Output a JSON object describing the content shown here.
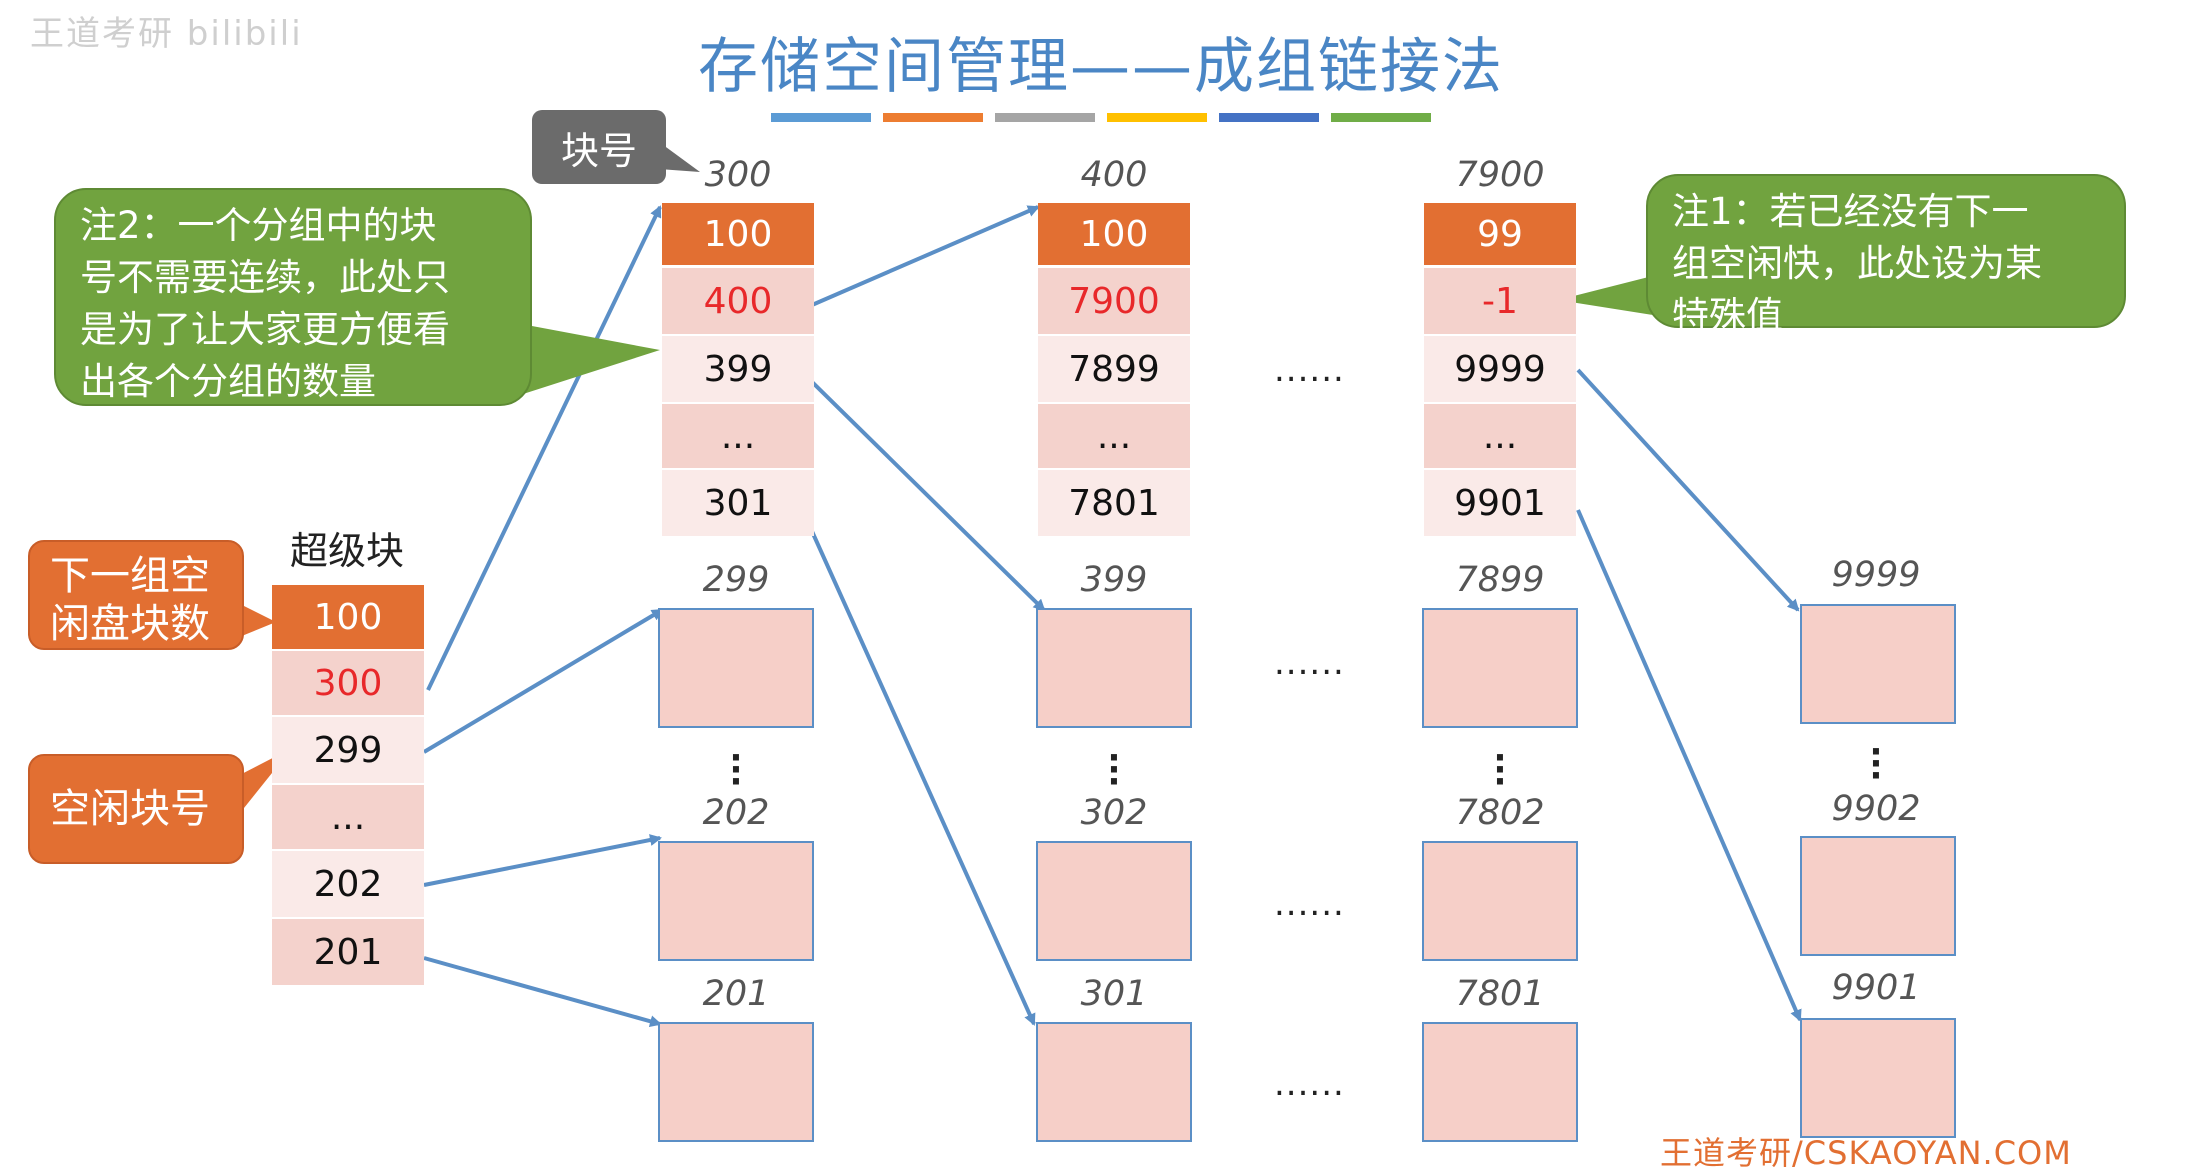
{
  "title": "存储空间管理——成组链接法",
  "underline_colors": [
    "#5b9bd5",
    "#ed7d31",
    "#a5a5a5",
    "#ffc000",
    "#4472c4",
    "#70ad47"
  ],
  "watermark_top_left": "王道考研 bilibili",
  "watermark_bottom_right": "王道考研/CSKAOYAN.COM",
  "callouts": {
    "block_no": "块号",
    "note2": [
      "注2：一个分组中的块",
      "号不需要连续，此处只",
      "是为了让大家更方便看",
      "出各个分组的数量"
    ],
    "note1": [
      "注1：若已经没有下一",
      "组空闲快，此处设为某",
      "特殊值"
    ],
    "next_group_count": [
      "下一组空",
      "闲盘块数"
    ],
    "free_block_no": "空闲块号"
  },
  "superblock": {
    "title": "超级块",
    "cells": [
      "100",
      "300",
      "299",
      "...",
      "202",
      "201"
    ]
  },
  "group_blocks": [
    {
      "label": "300",
      "cells": [
        "100",
        "400",
        "399",
        "...",
        "301"
      ]
    },
    {
      "label": "400",
      "cells": [
        "100",
        "7900",
        "7899",
        "...",
        "7801"
      ]
    },
    {
      "label": "7900",
      "cells": [
        "99",
        "-1",
        "9999",
        "...",
        "9901"
      ]
    }
  ],
  "ellipsis": "......",
  "free_columns": [
    {
      "labels": [
        "299",
        "202",
        "201"
      ]
    },
    {
      "labels": [
        "399",
        "302",
        "301"
      ]
    },
    {
      "labels": [
        "7899",
        "7802",
        "7801"
      ]
    },
    {
      "labels": [
        "9999",
        "9902",
        "9901"
      ]
    }
  ]
}
